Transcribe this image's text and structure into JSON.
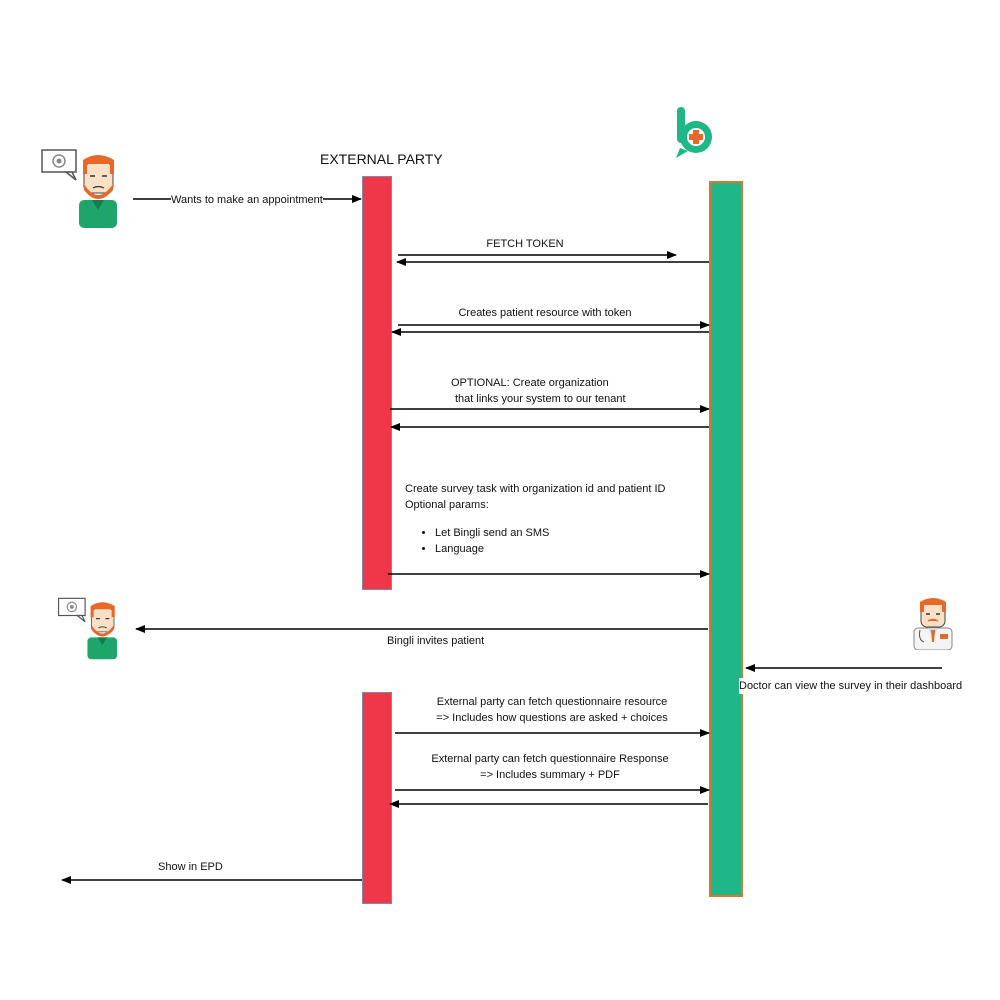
{
  "colors": {
    "external_party_bar": "#f03649",
    "bingli_bar": "#1fb788",
    "bingli_bar_border": "#d9782b",
    "arrow": "#000000",
    "patient_hair": "#e8682a",
    "patient_shirt": "#1fa56b"
  },
  "icons": {
    "patient_top": "patient-icon",
    "patient_bottom": "patient-icon",
    "doctor": "doctor-icon",
    "logo": "bingli-logo-icon"
  },
  "participants": {
    "external_party": "EXTERNAL PARTY"
  },
  "messages": {
    "appointment": "Wants to make an appointment",
    "fetch_token": "FETCH TOKEN",
    "create_patient": "Creates patient resource with token",
    "optional_org_line1": "OPTIONAL: Create organization",
    "optional_org_line2": "that links your system to our tenant",
    "survey_line1": "Create survey task with organization id and patient ID",
    "survey_line2": "Optional params:",
    "survey_params": [
      "Let Bingli send an SMS",
      "Language"
    ],
    "invites": "Bingli invites patient",
    "doctor_view": "Doctor can view the survey in their dashboard",
    "fetch_q_line1": "External party can fetch questionnaire resource",
    "fetch_q_line2": "=> Includes how questions are asked + choices",
    "fetch_r_line1": "External party can fetch questionnaire Response",
    "fetch_r_line2": "=> Includes summary + PDF",
    "show_epd": "Show in EPD"
  }
}
